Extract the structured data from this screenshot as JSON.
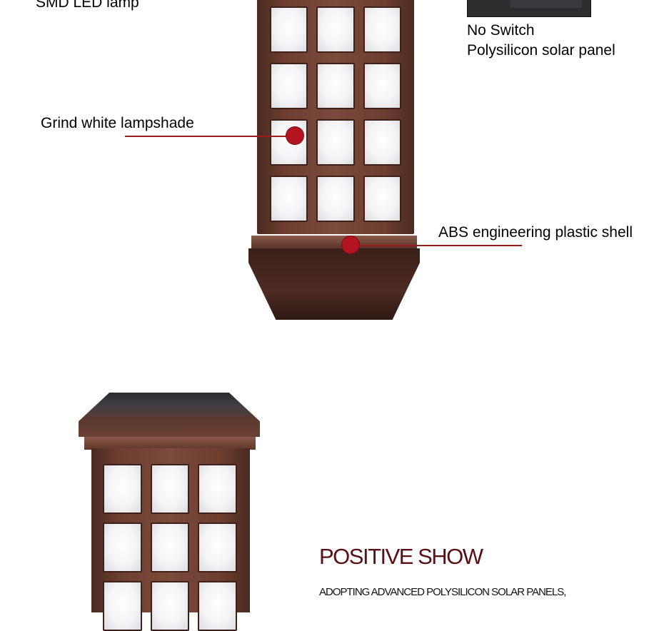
{
  "callouts": {
    "smd_led": "SMD LED lamp",
    "no_switch": "No Switch",
    "solar_panel": "Polysilicon solar panel",
    "lampshade": "Grind white lampshade",
    "shell": "ABS engineering plastic shell"
  },
  "section": {
    "title": "POSITIVE SHOW",
    "subtitle": "ADOPTING ADVANCED POLYSILICON SOLAR PANELS,"
  },
  "colors": {
    "accent": "#b3141f",
    "title": "#5a0f14",
    "lamp_brown": "#6d3f31"
  },
  "lamps": {
    "upper_panes": 12,
    "lower_panes": 9
  }
}
